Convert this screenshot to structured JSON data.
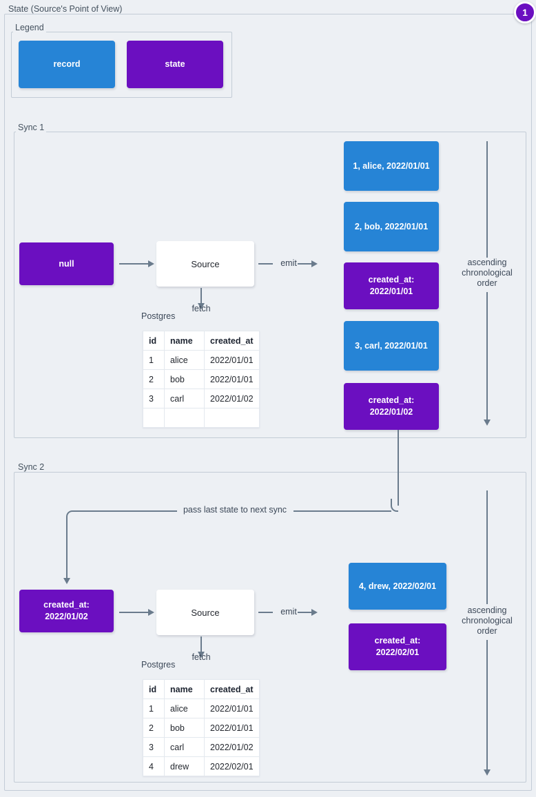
{
  "diagram": {
    "title": "State (Source's Point of View)",
    "badge": "1"
  },
  "legend": {
    "label": "Legend",
    "items": [
      {
        "label": "record",
        "color": "#2684d6"
      },
      {
        "label": "state",
        "color": "#6b0fc0"
      }
    ]
  },
  "colors": {
    "record": "#2684d6",
    "state": "#6b0fc0",
    "connector": "#6a7b8c",
    "background": "#edf0f4",
    "frame": "#c3ccd6"
  },
  "sync1": {
    "label": "Sync 1",
    "input_state": "null",
    "source": "Source",
    "fetch_label": "fetch",
    "emit_label": "emit",
    "db_label": "Postgres",
    "order_note": "ascending\nchronological\norder",
    "table": {
      "columns": [
        "id",
        "name",
        "created_at"
      ],
      "rows": [
        [
          "1",
          "alice",
          "2022/01/01"
        ],
        [
          "2",
          "bob",
          "2022/01/01"
        ],
        [
          "3",
          "carl",
          "2022/01/02"
        ],
        [
          "",
          "",
          ""
        ]
      ]
    },
    "emitted": [
      {
        "kind": "record",
        "text": "1, alice, 2022/01/01"
      },
      {
        "kind": "record",
        "text": "2, bob, 2022/01/01"
      },
      {
        "kind": "state",
        "text": "created_at:\n2022/01/01"
      },
      {
        "kind": "record",
        "text": "3, carl, 2022/01/01"
      },
      {
        "kind": "state",
        "text": "created_at:\n2022/01/02"
      }
    ]
  },
  "sync2": {
    "label": "Sync 2",
    "input_state": "created_at:\n2022/01/02",
    "source": "Source",
    "fetch_label": "fetch",
    "emit_label": "emit",
    "db_label": "Postgres",
    "order_note": "ascending\nchronological\norder",
    "pass_state_label": "pass last state to next sync",
    "table": {
      "columns": [
        "id",
        "name",
        "created_at"
      ],
      "rows": [
        [
          "1",
          "alice",
          "2022/01/01"
        ],
        [
          "2",
          "bob",
          "2022/01/01"
        ],
        [
          "3",
          "carl",
          "2022/01/02"
        ],
        [
          "4",
          "drew",
          "2022/02/01"
        ]
      ]
    },
    "emitted": [
      {
        "kind": "record",
        "text": "4, drew, 2022/02/01"
      },
      {
        "kind": "state",
        "text": "created_at:\n2022/02/01"
      }
    ]
  }
}
